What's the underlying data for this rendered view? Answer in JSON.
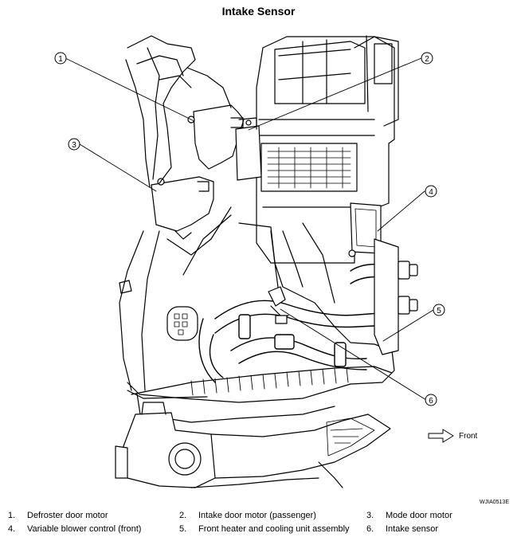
{
  "title": "Intake Sensor",
  "figure_code": "WJIA0513E",
  "direction_label": "Front",
  "callouts": [
    "1",
    "2",
    "3",
    "4",
    "5",
    "6"
  ],
  "legend": [
    {
      "num": "1.",
      "text": "Defroster door motor"
    },
    {
      "num": "2.",
      "text": "Intake door motor (passenger)"
    },
    {
      "num": "3.",
      "text": "Mode door motor"
    },
    {
      "num": "4.",
      "text": "Variable blower control (front)"
    },
    {
      "num": "5.",
      "text": "Front heater and cooling unit assembly"
    },
    {
      "num": "6.",
      "text": "Intake sensor"
    }
  ]
}
